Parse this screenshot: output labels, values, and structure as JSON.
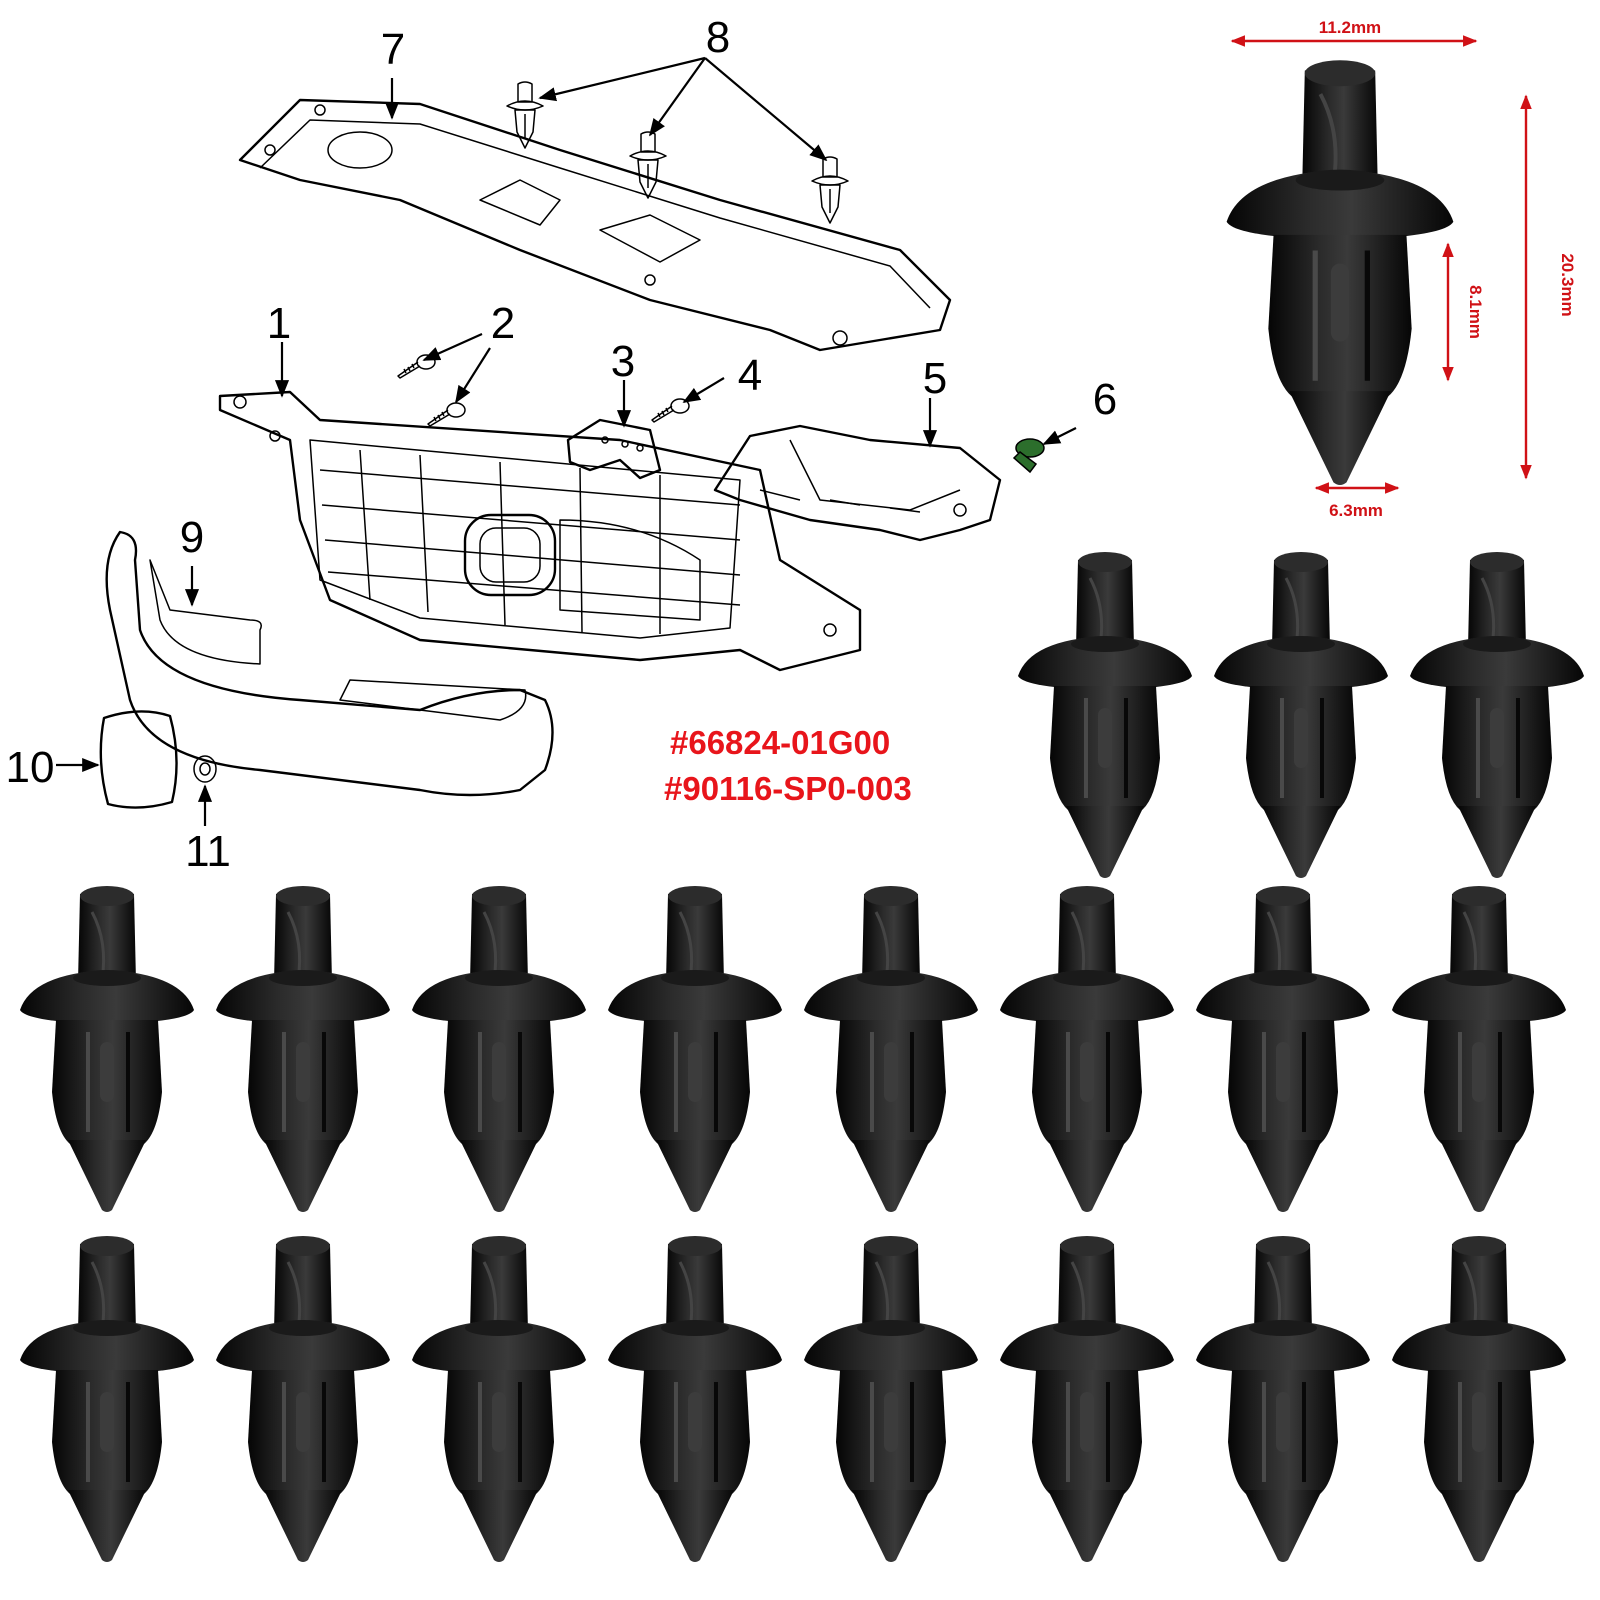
{
  "diagram": {
    "callouts": [
      "1",
      "2",
      "3",
      "4",
      "5",
      "6",
      "7",
      "8",
      "9",
      "10",
      "11"
    ]
  },
  "part_numbers": [
    "#66824-01G00",
    "#90116-SP0-003"
  ],
  "dimensions": {
    "head_width": "11.2mm",
    "total_length": "20.3mm",
    "leg_length": "8.1mm",
    "stem_diameter": "6.3mm"
  },
  "colors": {
    "dimension_red": "#d01116",
    "part_number_red": "#e8151b",
    "clip_black": "#121212"
  },
  "clip_rows": [
    3,
    8,
    8
  ],
  "icons": [
    "push-pin-clip-icon"
  ]
}
